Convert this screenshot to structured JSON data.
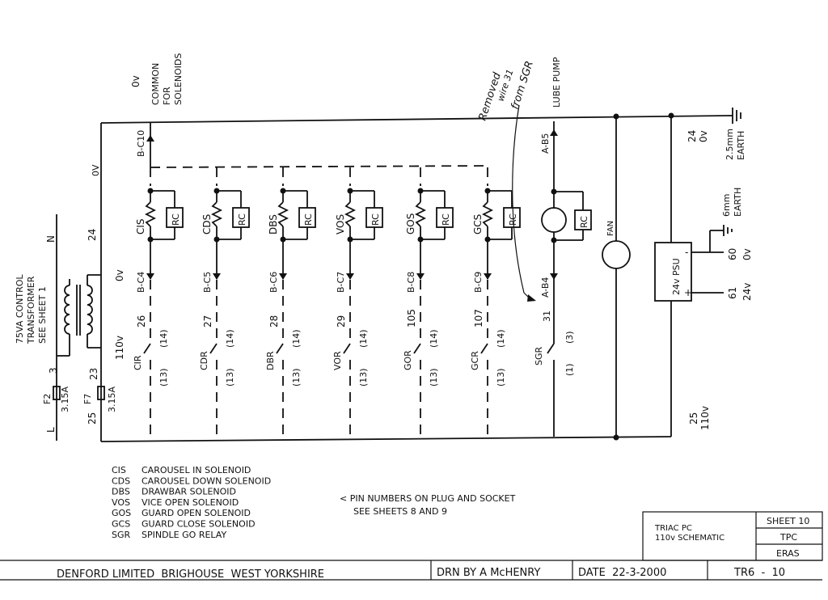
{
  "top_labels": {
    "zero_v": "0v",
    "common": [
      "COMMON",
      "FOR",
      "SOLENOIDS"
    ],
    "lube_pump": "LUBE PUMP",
    "handwritten": [
      "Removed",
      "wire 31",
      "from SGR"
    ],
    "v24_top": [
      "24",
      "0v"
    ],
    "earth_25": [
      "2.5mm",
      "EARTH"
    ],
    "earth_6": [
      "6mm",
      "EARTH"
    ]
  },
  "rail_labels": {
    "bc10": "B-C10",
    "ov_left": "0V",
    "n": "N",
    "w24": "24",
    "l": "L",
    "w25": "25",
    "ov_tr": "0v",
    "v110_tr": "110v",
    "w3": "3",
    "f2": "F2",
    "f2_val": "3.15A",
    "w23": "23",
    "f7": "F7",
    "f7_val": "3.15A",
    "transformer": [
      "75VA CONTROL",
      "TRANSFORMER",
      "SEE SHEET 1"
    ]
  },
  "rungs": [
    {
      "sol": "CIS",
      "plug_top": "B-C4",
      "wire": "26",
      "relay": "CIR",
      "pin_a": "(13)",
      "pin_b": "(14)",
      "rc": "RC"
    },
    {
      "sol": "CDS",
      "plug_top": "B-C5",
      "wire": "27",
      "relay": "CDR",
      "pin_a": "(13)",
      "pin_b": "(14)",
      "rc": "RC"
    },
    {
      "sol": "DBS",
      "plug_top": "B-C6",
      "wire": "28",
      "relay": "DBR",
      "pin_a": "(13)",
      "pin_b": "(14)",
      "rc": "RC"
    },
    {
      "sol": "VOS",
      "plug_top": "B-C7",
      "wire": "29",
      "relay": "VOR",
      "pin_a": "(13)",
      "pin_b": "(14)",
      "rc": "RC"
    },
    {
      "sol": "GOS",
      "plug_top": "B-C8",
      "wire": "105",
      "relay": "GOR",
      "pin_a": "(13)",
      "pin_b": "(14)",
      "rc": "RC"
    },
    {
      "sol": "GCS",
      "plug_top": "B-C9",
      "wire": "107",
      "relay": "GCR",
      "pin_a": "(13)",
      "pin_b": "(14)",
      "rc": "RC"
    }
  ],
  "lube": {
    "ab5": "A-B5",
    "ab4": "A-B4",
    "wire": "31",
    "relay": "SGR",
    "pin_a": "(1)",
    "pin_b": "(3)",
    "rc": "RC"
  },
  "fan": "FAN",
  "psu": {
    "label": "24v PSU",
    "minus": "-",
    "plus": "+",
    "w60": "60",
    "v0": "0v",
    "w61": "61",
    "v24": "24v"
  },
  "bottom_right": {
    "w25": "25",
    "v110": "110v"
  },
  "legend": [
    {
      "code": "CIS",
      "desc": "CAROUSEL IN SOLENOID"
    },
    {
      "code": "CDS",
      "desc": "CAROUSEL DOWN SOLENOID"
    },
    {
      "code": "DBS",
      "desc": "DRAWBAR SOLENOID"
    },
    {
      "code": "VOS",
      "desc": "VICE OPEN SOLENOID"
    },
    {
      "code": "GOS",
      "desc": "GUARD OPEN SOLENOID"
    },
    {
      "code": "GCS",
      "desc": "GUARD CLOSE SOLENOID"
    },
    {
      "code": "SGR",
      "desc": "SPINDLE GO RELAY"
    }
  ],
  "note": [
    "< PIN NUMBERS ON PLUG AND SOCKET",
    "SEE SHEETS 8 AND 9"
  ],
  "title_block": {
    "title_line1": "TRIAC PC",
    "title_line2": "110v SCHEMATIC",
    "sheet": "SHEET 10",
    "tpc": "TPC",
    "eras": "ERAS",
    "company": "DENFORD LIMITED  BRIGHOUSE  WEST YORKSHIRE",
    "drawn": "DRN BY A McHENRY",
    "date": "DATE  22-3-2000",
    "drawing_no": "TR6  -  10"
  }
}
